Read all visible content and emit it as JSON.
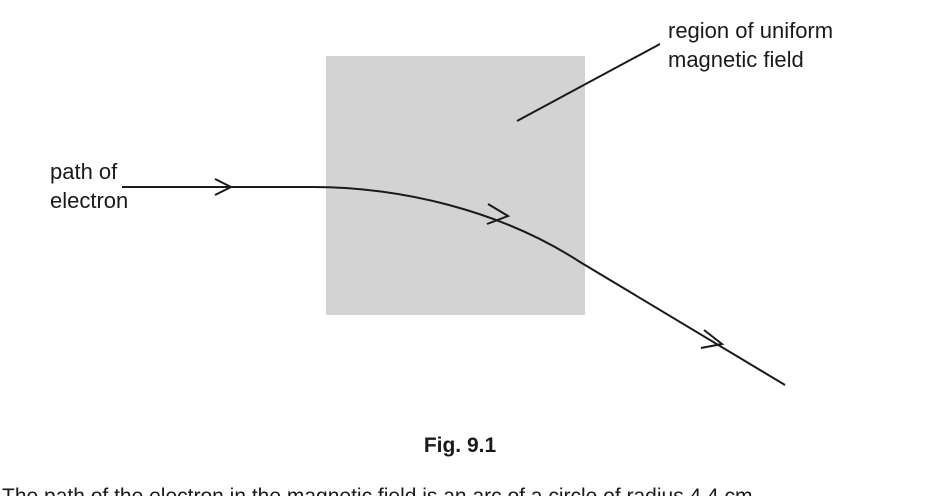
{
  "diagram": {
    "field_region_label_line1": "region of uniform",
    "field_region_label_line2": "magnetic field",
    "electron_label_line1": "path of",
    "electron_label_line2": "electron",
    "region_color": "#d3d3d3",
    "line_color": "#1a1a1a"
  },
  "caption": "Fig. 9.1",
  "footer_text_partial": "The path of the electron in the magnetic field is an arc of a circle of radius 4.4 cm."
}
